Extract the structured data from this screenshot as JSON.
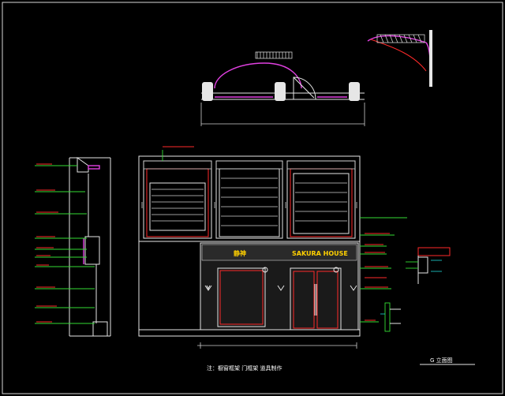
{
  "drawing": {
    "note": "注：橱窗框架 门框架 道具制作",
    "view_title": "G 立面图",
    "sign_logo": "静神",
    "sign_text": "SAKURA HOUSE"
  },
  "colors": {
    "background": "#000000",
    "line_white": "#e6e6e6",
    "line_red": "#ff2a2a",
    "line_magenta": "#e040e0",
    "line_green": "#33dd33",
    "line_cyan": "#20d8d8",
    "sign_text": "#ffd000"
  }
}
